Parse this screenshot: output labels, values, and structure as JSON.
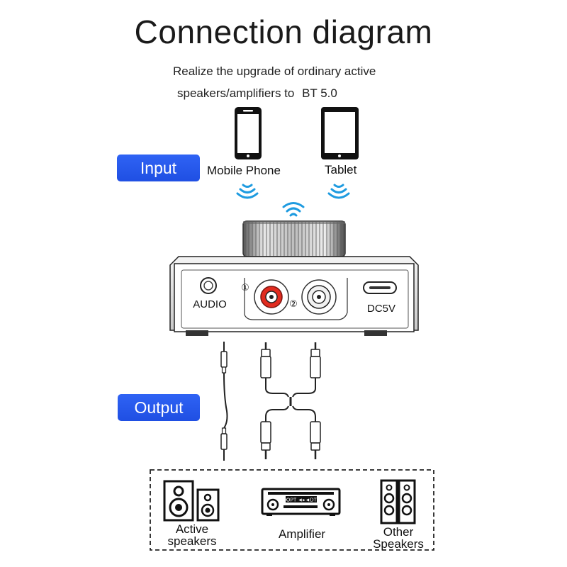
{
  "title": "Connection diagram",
  "subtitle": {
    "line1": "Realize the upgrade of ordinary active",
    "line2_prefix": "speakers/amplifiers to",
    "line2_bt": "BT 5.0"
  },
  "input_label": "Input",
  "output_label": "Output",
  "sources": [
    {
      "label": "Mobile Phone",
      "icon": "mobile-phone-icon"
    },
    {
      "label": "Tablet",
      "icon": "tablet-icon"
    }
  ],
  "device": {
    "ports": {
      "audio": "AUDIO",
      "dc": "DC5V",
      "marker1": "①",
      "marker2": "②"
    }
  },
  "outputs": [
    {
      "line1": "Active",
      "line2": "speakers",
      "icon": "active-speakers-icon"
    },
    {
      "line1": "Amplifier",
      "line2": "",
      "icon": "amplifier-icon"
    },
    {
      "line1": "Other",
      "line2": "Speakers",
      "icon": "tower-speakers-icon"
    }
  ],
  "amp_display": "DOPT  ◄▸◄DTF",
  "colors": {
    "accent_blue": "#2b5cf0",
    "wifi_blue": "#1e9be0",
    "rca_red": "#e12b1f"
  }
}
